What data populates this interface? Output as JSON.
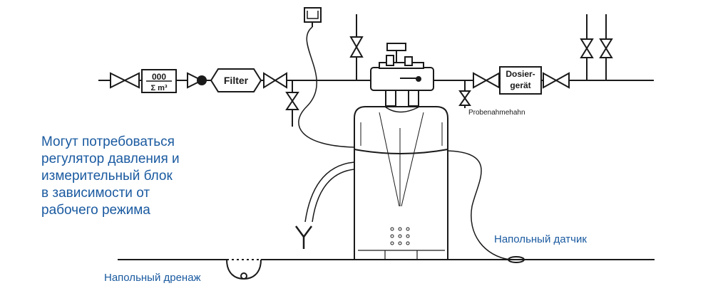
{
  "note_lines": [
    "Могут потребоваться",
    "регулятор давления и",
    "измерительный блок",
    "в зависимости от",
    "рабочего режима"
  ],
  "labels": {
    "floor_sensor": "Напольный датчик",
    "floor_drain": "Напольный дренаж",
    "sampling_tap": "Probenahmehahn"
  },
  "components": {
    "meter_top": "000",
    "meter_bottom": "Σ m³",
    "filter": "Filter",
    "dosing_line1": "Dosier-",
    "dosing_line2": "gerät"
  },
  "colors": {
    "text_blue": "#1a5aa0",
    "line": "#1a1a1a"
  }
}
